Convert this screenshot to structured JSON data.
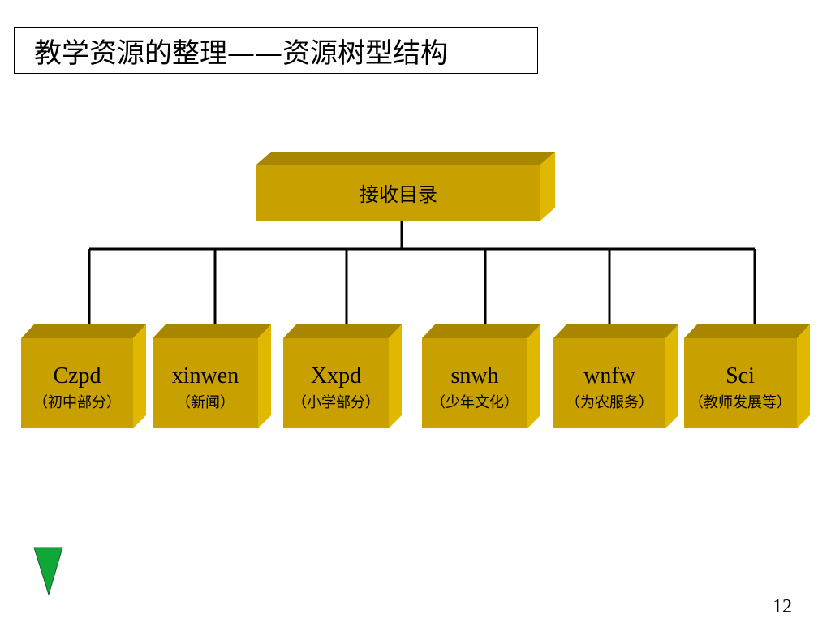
{
  "slide": {
    "title": "教学资源的整理——资源树型结构",
    "page_number": "12"
  },
  "tree": {
    "root": {
      "label": "接收目录"
    },
    "children": [
      {
        "label": "Czpd",
        "sub": "（初中部分）"
      },
      {
        "label": "xinwen",
        "sub": "（新闻）"
      },
      {
        "label": "Xxpd",
        "sub": "（小学部分）"
      },
      {
        "label": "snwh",
        "sub": "（少年文化）"
      },
      {
        "label": "wnfw",
        "sub": "（为农服务）"
      },
      {
        "label": "Sci",
        "sub": "（教师发展等）"
      }
    ]
  },
  "colors": {
    "box_front": "#C8A000",
    "box_top": "#A88600",
    "box_side": "#E0B800",
    "nav_arrow": "#0FA838"
  },
  "nav": {
    "icon": "triangle-down-icon"
  }
}
